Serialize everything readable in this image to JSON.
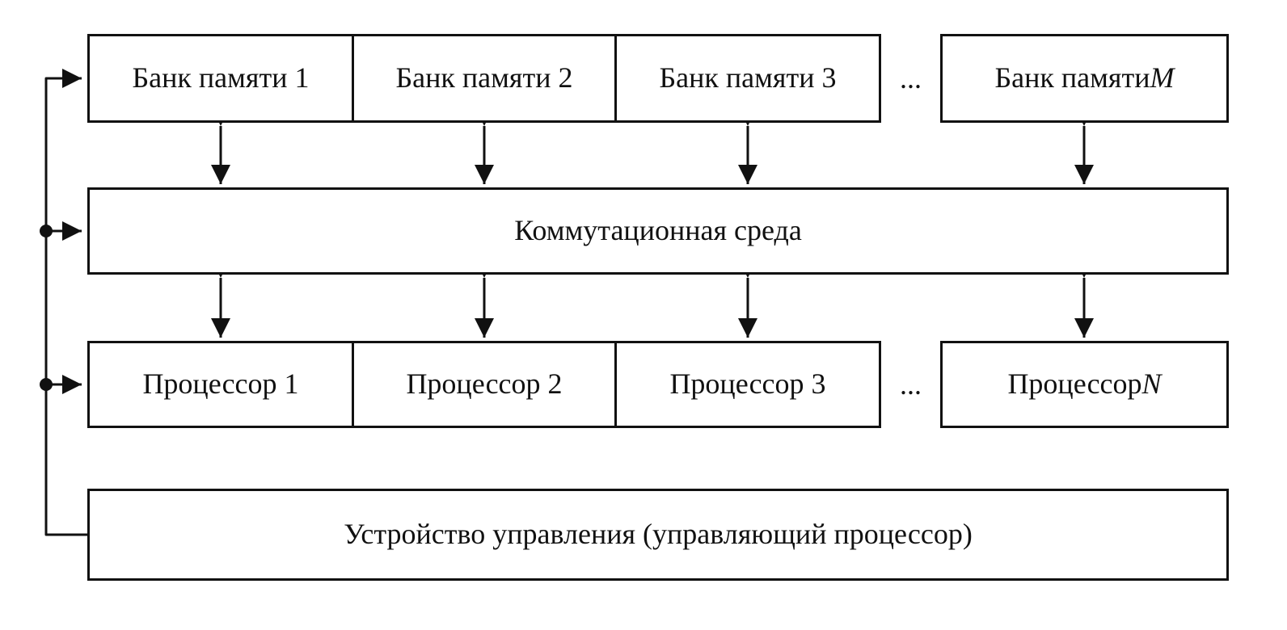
{
  "diagram": {
    "memory_row": {
      "banks": [
        {
          "text": "Банк памяти 1"
        },
        {
          "text": "Банк памяти 2"
        },
        {
          "text": "Банк памяти 3"
        },
        {
          "text": "Банк памяти ",
          "italic_suffix": "M"
        }
      ],
      "ellipsis": "..."
    },
    "switch_box": {
      "text": "Коммутационная среда"
    },
    "processor_row": {
      "processors": [
        {
          "text": "Процессор 1"
        },
        {
          "text": "Процессор 2"
        },
        {
          "text": "Процессор 3"
        },
        {
          "text": "Процессор ",
          "italic_suffix": "N"
        }
      ],
      "ellipsis": "..."
    },
    "control_box": {
      "text": "Устройство управления (управляющий процессор)"
    },
    "colors": {
      "line": "#111111",
      "background": "#ffffff",
      "text": "#111111"
    }
  }
}
